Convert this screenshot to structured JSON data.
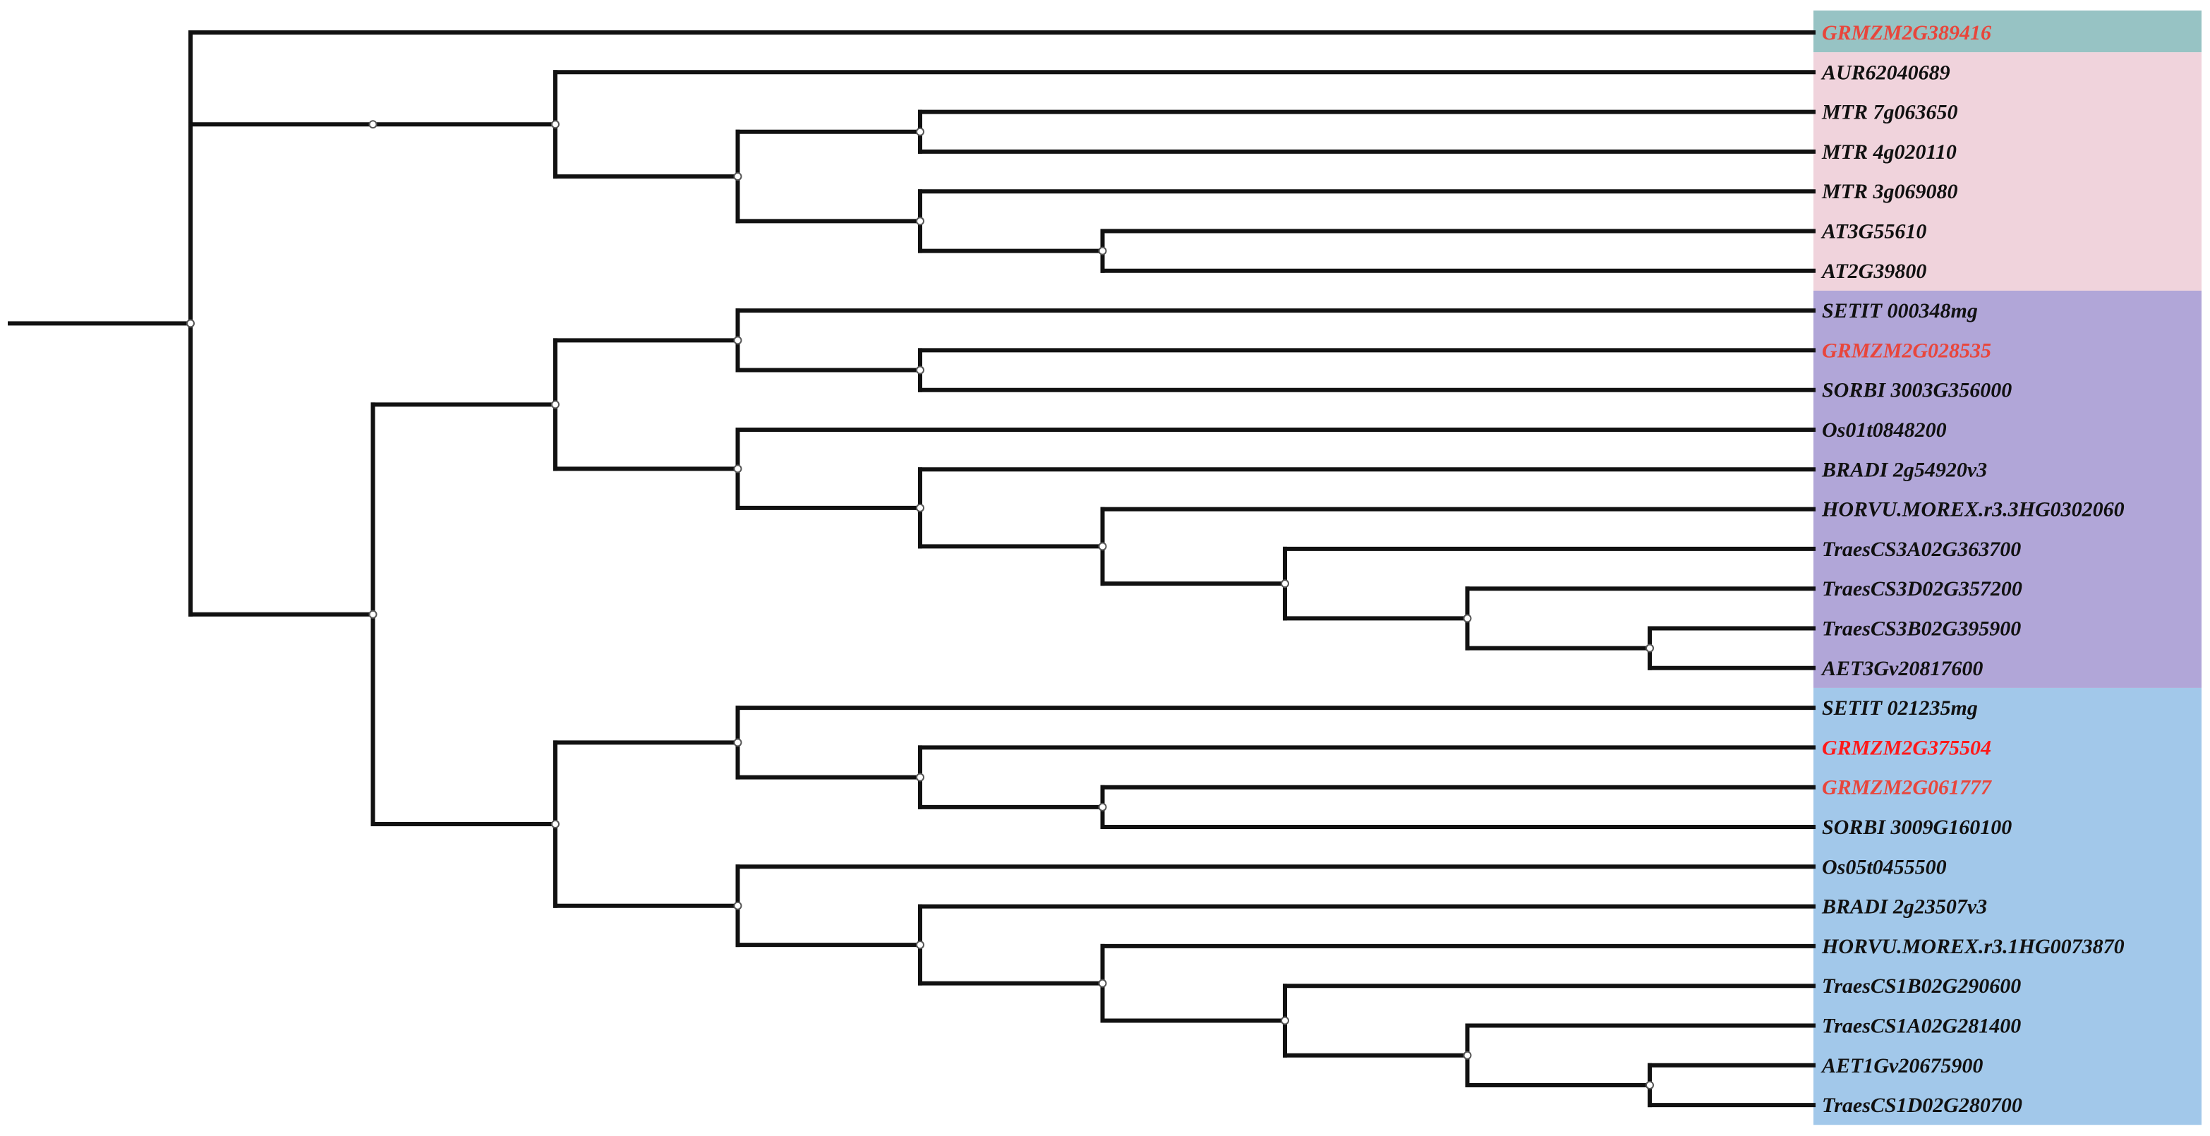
{
  "colors": {
    "branch": "#111111",
    "label_default": "#111111",
    "label_highlight": "#e8463c",
    "label_highlight_strong": "#ff1a1a"
  },
  "groups": [
    {
      "name": "group-teal",
      "color": "#97c3c4",
      "first_leaf": 0,
      "last_leaf": 0
    },
    {
      "name": "group-pink",
      "color": "#f0d3dc",
      "first_leaf": 1,
      "last_leaf": 6
    },
    {
      "name": "group-purple",
      "color": "#b1a6d8",
      "first_leaf": 7,
      "last_leaf": 16
    },
    {
      "name": "group-blue",
      "color": "#a2c8ea",
      "first_leaf": 17,
      "last_leaf": 27
    }
  ],
  "leaves": [
    {
      "label": "GRMZM2G389416",
      "highlight": "red"
    },
    {
      "label": "AUR62040689",
      "highlight": "none"
    },
    {
      "label": "MTR 7g063650",
      "highlight": "none"
    },
    {
      "label": "MTR 4g020110",
      "highlight": "none"
    },
    {
      "label": "MTR 3g069080",
      "highlight": "none"
    },
    {
      "label": "AT3G55610",
      "highlight": "none"
    },
    {
      "label": "AT2G39800",
      "highlight": "none"
    },
    {
      "label": "SETIT 000348mg",
      "highlight": "none"
    },
    {
      "label": "GRMZM2G028535",
      "highlight": "red"
    },
    {
      "label": "SORBI 3003G356000",
      "highlight": "none"
    },
    {
      "label": "Os01t0848200",
      "highlight": "none"
    },
    {
      "label": "BRADI 2g54920v3",
      "highlight": "none"
    },
    {
      "label": "HORVU.MOREX.r3.3HG0302060",
      "highlight": "none"
    },
    {
      "label": "TraesCS3A02G363700",
      "highlight": "none"
    },
    {
      "label": "TraesCS3D02G357200",
      "highlight": "none"
    },
    {
      "label": "TraesCS3B02G395900",
      "highlight": "none"
    },
    {
      "label": "AET3Gv20817600",
      "highlight": "none"
    },
    {
      "label": "SETIT 021235mg",
      "highlight": "none"
    },
    {
      "label": "GRMZM2G375504",
      "highlight": "red-strong"
    },
    {
      "label": "GRMZM2G061777",
      "highlight": "red"
    },
    {
      "label": "SORBI 3009G160100",
      "highlight": "none"
    },
    {
      "label": "Os05t0455500",
      "highlight": "none"
    },
    {
      "label": "BRADI 2g23507v3",
      "highlight": "none"
    },
    {
      "label": "HORVU.MOREX.r3.1HG0073870",
      "highlight": "none"
    },
    {
      "label": "TraesCS1B02G290600",
      "highlight": "none"
    },
    {
      "label": "TraesCS1A02G281400",
      "highlight": "none"
    },
    {
      "label": "AET1Gv20675900",
      "highlight": "none"
    },
    {
      "label": "TraesCS1D02G280700",
      "highlight": "none"
    }
  ],
  "tree": [
    0,
    [
      [
        1,
        [
          [
            2,
            3
          ],
          [
            4,
            [
              5,
              6
            ]
          ]
        ]
      ]
    ],
    [
      [
        [
          7,
          [
            8,
            9
          ]
        ],
        [
          10,
          [
            11,
            [
              12,
              [
                13,
                [
                  14,
                  [
                    15,
                    16
                  ]
                ]
              ]
            ]
          ]
        ]
      ],
      [
        [
          17,
          [
            18,
            [
              19,
              20
            ]
          ]
        ],
        [
          21,
          [
            22,
            [
              23,
              [
                24,
                [
                  25,
                  [
                    26,
                    27
                  ]
                ]
              ]
            ]
          ]
        ]
      ]
    ]
  ]
}
